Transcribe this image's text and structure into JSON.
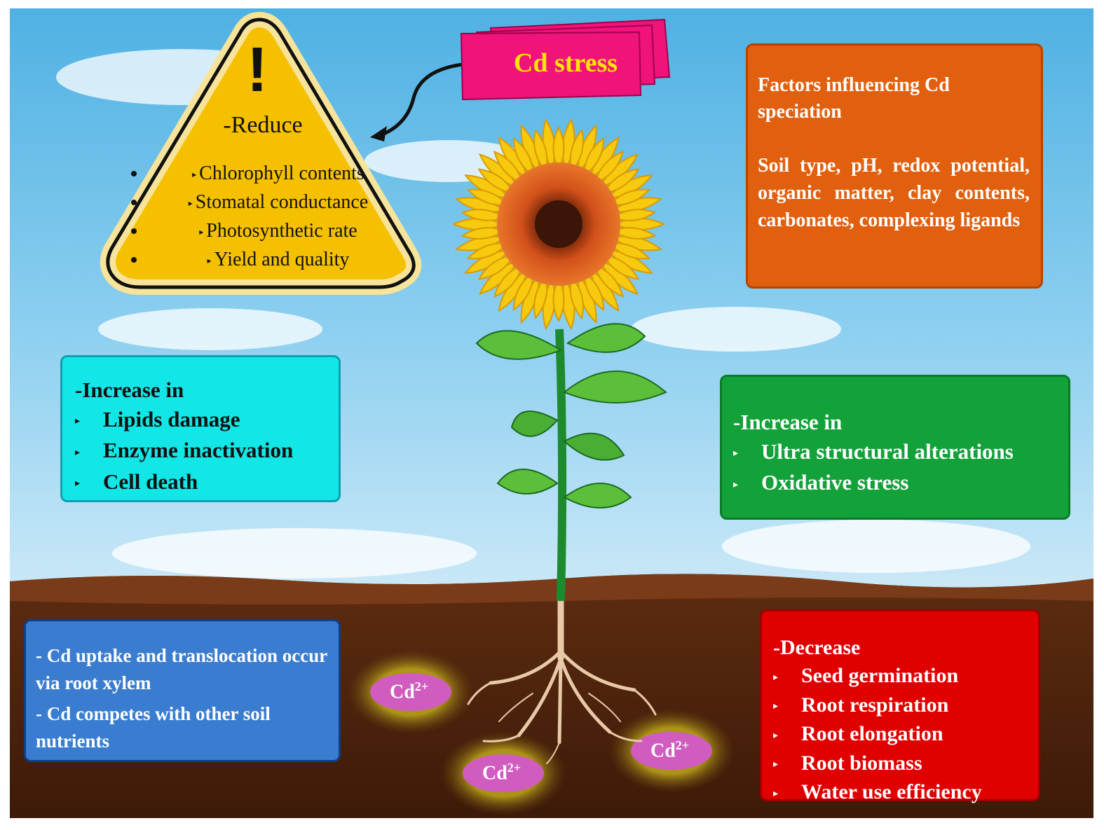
{
  "cd_stress": {
    "label": "Cd stress"
  },
  "warning": {
    "symbol": "!",
    "heading": "-Reduce",
    "items": [
      "Chlorophyll contents",
      "Stomatal conductance",
      "Photosynthetic rate",
      "Yield and quality"
    ]
  },
  "factors": {
    "title": "Factors influencing Cd speciation",
    "body": "Soil type, pH, redox potential, organic matter, clay contents, carbonates, complexing ligands"
  },
  "cellular_damage": {
    "heading": "-Increase in",
    "items": [
      "Lipids damage",
      "Enzyme inactivation",
      "Cell death"
    ]
  },
  "oxidative": {
    "heading": "-Increase in",
    "items": [
      "Ultra structural alterations",
      "Oxidative stress"
    ]
  },
  "uptake": {
    "lines": [
      "- Cd uptake and translocation occur via root xylem",
      "- Cd competes with other soil nutrients"
    ]
  },
  "root_effects": {
    "heading": "-Decrease",
    "items": [
      "Seed germination",
      "Root respiration",
      "Root elongation",
      "Root biomass",
      "Water use efficiency"
    ]
  },
  "ions": [
    {
      "base": "Cd",
      "charge": "2+"
    },
    {
      "base": "Cd",
      "charge": "2+"
    },
    {
      "base": "Cd",
      "charge": "2+"
    }
  ],
  "colors": {
    "sky": "#5bb8e6",
    "soil": "#5a2a10",
    "warning_fill": "#f5c000",
    "cd_stress_fill": "#f0137a",
    "cd_stress_text": "#ffe600",
    "factors_fill": "#e06010",
    "cellular_fill": "#12e6e6",
    "oxidative_fill": "#13a23a",
    "uptake_fill": "#3a7dd0",
    "root_effects_fill": "#e00000",
    "ion_fill": "#d05cc0",
    "ion_halo": "#b8a01a"
  }
}
